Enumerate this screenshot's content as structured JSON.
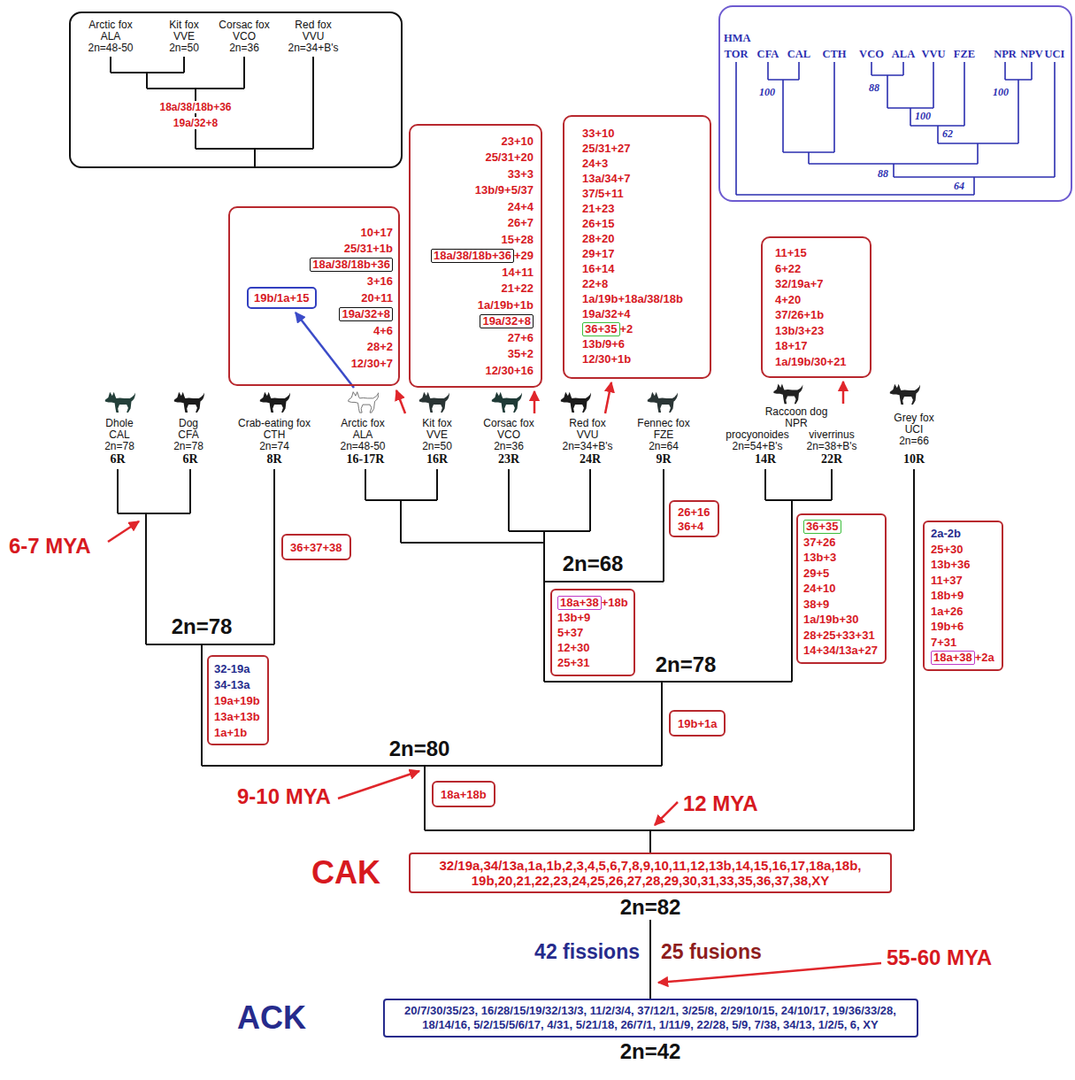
{
  "diagram": {
    "nodes": [
      {
        "text": [
          "Arctic fox",
          "ALA",
          "2n=48-50",
          "Kit fox",
          "VVE",
          "2n=50",
          "Corsac fox",
          "VCO",
          "2n=36",
          "Red fox",
          "VVU",
          "2n=34+B's",
          "18a/38/18b+36",
          "19a/32+8"
        ]
      },
      {
        "text": [
          "HMA",
          "TOR",
          "CFA",
          "CAL",
          "CTH",
          "VCO",
          "ALA",
          "VVU",
          "FZE",
          "NPR",
          "NPV",
          "UCI",
          "88",
          "100",
          "100",
          "100",
          "62",
          "88",
          "64"
        ]
      },
      {
        "text": [
          "10+17",
          "25/31+1b",
          "3+16",
          "20+11",
          "4+6",
          "28+2",
          "12/30+7"
        ]
      },
      {
        "text": [
          "18a/38/18b+36"
        ],
        "in": 2
      },
      {
        "text": [
          "19b/1a+15"
        ],
        "in": 2
      },
      {
        "text": [
          "19a/32+8"
        ],
        "in": 2
      },
      {
        "text": [
          "23+10",
          "25/31+20",
          "33+3",
          "13b/9+5/37",
          "24+4",
          "26+7",
          "15+28",
          "+29",
          "14+11",
          "21+22",
          "1a/19b+1b",
          "27+6",
          "35+2",
          "12/30+16"
        ]
      },
      {
        "text": [
          "18a/38/18b+36"
        ],
        "in": 6
      },
      {
        "text": [
          "19a/32+8"
        ],
        "in": 6
      },
      {
        "text": [
          "33+10",
          "25/31+27",
          "24+3",
          "13a/34+7",
          "37/5+11",
          "21+23",
          "26+15",
          "28+20",
          "29+17",
          "16+14",
          "22+8",
          "1a/19b+18a/38/18b",
          "19a/32+4",
          "+2",
          "13b/9+6",
          "12/30+1b"
        ]
      },
      {
        "text": [
          "36+35"
        ],
        "in": 9
      },
      {
        "text": [
          "11+15",
          "6+22",
          "32/19a+7",
          "4+20",
          "37/26+1b",
          "13b/3+23",
          "18+17",
          "1a/19b/30+21"
        ]
      },
      {
        "text": [
          "26+16",
          "36+4"
        ]
      },
      {
        "text": [
          "36+37+38"
        ]
      },
      {
        "text": [
          "+18b",
          "13b+9",
          "5+37",
          "12+30",
          "25+31"
        ]
      },
      {
        "text": [
          "18a+38"
        ],
        "in": 14
      },
      {
        "text": [
          "37+26",
          "13b+3",
          "29+5",
          "24+10",
          "38+9",
          "1a/19b+30",
          "28+25+33+31",
          "14+34/13a+27"
        ]
      },
      {
        "text": [
          "36+35"
        ],
        "in": 16
      },
      {
        "text": [
          "2a-2b",
          "25+30",
          "13b+36",
          "11+37",
          "18b+9",
          "1a+26",
          "19b+6",
          "7+31",
          "+2a"
        ]
      },
      {
        "text": [
          "18a+38"
        ],
        "in": 18
      },
      {
        "text": [
          "32-19a",
          "34-13a",
          "19a+19b",
          "13a+13b",
          "1a+1b"
        ]
      },
      {
        "text": [
          "19b+1a"
        ]
      },
      {
        "text": [
          "18a+18b"
        ]
      },
      {
        "text": [
          "32/19a,34/13a,1a,1b,2,3,4,5,6,7,8,9,10,11,12,13b,14,15,16,17,18a,18b, 19b,20,21,22,23,24,25,26,27,28,29,30,31,33,35,36,37,38,XY",
          "2n=82"
        ]
      },
      {
        "text": [
          "20/7/30/35/23, 16/28/15/19/32/13/3, 11/2/3/4, 37/12/1, 3/25/8, 2/29/10/15, 24/10/17, 19/36/33/28, 18/14/16, 5/2/15/5/6/17, 4/31, 5/21/18, 26/7/1, 1/11/9, 22/28, 5/9, 7/38, 34/13, 1/2/5, 6, XY",
          "2n=42"
        ]
      }
    ],
    "edges": [
      {
        "from": 23,
        "to": 24,
        "arrow": "none"
      }
    ],
    "labels": [
      "Dhole",
      "CAL",
      "2n=78",
      "6R",
      "Dog",
      "CFA",
      "2n=78",
      "6R",
      "Crab-eating fox",
      "CTH",
      "2n=74",
      "8R",
      "Arctic fox",
      "ALA",
      "2n=48-50",
      "16-17R",
      "Kit fox",
      "VVE",
      "2n=50",
      "16R",
      "Corsac fox",
      "VCO",
      "2n=36",
      "23R",
      "Red fox",
      "VVU",
      "2n=34+B's",
      "24R",
      "Fennec fox",
      "FZE",
      "2n=64",
      "9R",
      "Raccoon dog",
      "NPR",
      "procyonoides",
      "viverrinus",
      "2n=54+B's",
      "2n=38+B's",
      "14R",
      "22R",
      "Grey fox",
      "UCI",
      "2n=66",
      "10R",
      "6-7 MYA",
      "2n=78",
      "2n=68",
      "2n=78",
      "2n=80",
      "9-10 MYA",
      "12 MYA",
      "CAK",
      "42 fissions",
      "25 fusions",
      "55-60 MYA",
      "ACK"
    ]
  }
}
